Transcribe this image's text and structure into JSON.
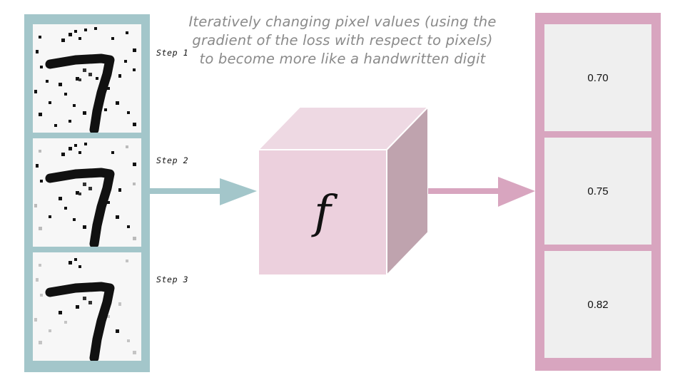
{
  "caption": "Iteratively changing pixel values (using the gradient of the loss with respect to pixels) to become more like a handwritten digit",
  "steps": [
    {
      "label": "Step 1"
    },
    {
      "label": "Step 2"
    },
    {
      "label": "Step 3"
    }
  ],
  "function_symbol": "f",
  "outputs": [
    "0.70",
    "0.75",
    "0.82"
  ],
  "colors": {
    "input_frame": "#a3c6ca",
    "input_arrow": "#a3c6ca",
    "output_frame": "#d8a5bf",
    "output_arrow": "#d8a5bf",
    "cube_front": "#ecd0dd",
    "cube_top": "#eed9e3",
    "cube_side": "#bfa3ae",
    "cell_bg": "#efefef",
    "caption_text": "#8a8a8a"
  }
}
